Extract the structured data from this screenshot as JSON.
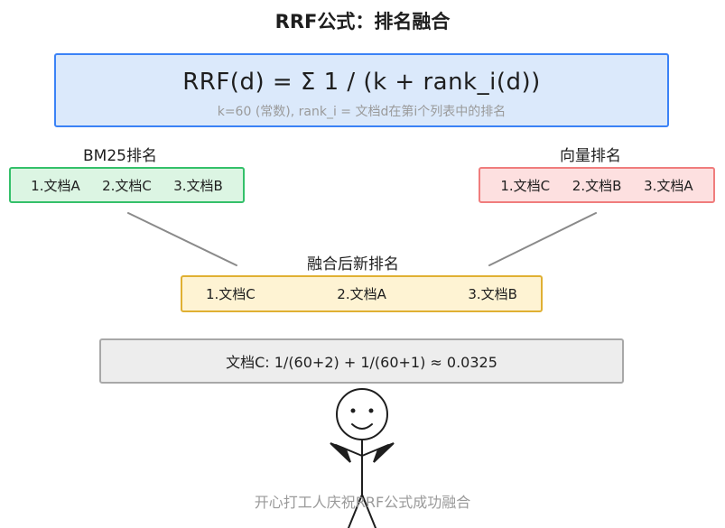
{
  "title": "RRF公式：排名融合",
  "formula": {
    "main": "RRF(d) = Σ 1 / (k + rank_i(d))",
    "note": "k=60 (常数), rank_i = 文档d在第i个列表中的排名"
  },
  "bm25": {
    "label": "BM25排名",
    "items": [
      "1.文档A",
      "2.文档C",
      "3.文档B"
    ]
  },
  "vector": {
    "label": "向量排名",
    "items": [
      "1.文档C",
      "2.文档B",
      "3.文档A"
    ]
  },
  "fused": {
    "label": "融合后新排名",
    "items": [
      "1.文档C",
      "2.文档A",
      "3.文档B"
    ]
  },
  "calculation": "文档C: 1/(60+2) + 1/(60+1) ≈ 0.0325",
  "caption": "开心打工人庆祝RRF公式成功融合",
  "colors": {
    "formula_fill": "#dbe9fb",
    "formula_border": "#3b82f6",
    "bm25_fill": "#dcf5e3",
    "bm25_border": "#34c06a",
    "vector_fill": "#fde0e0",
    "vector_border": "#f07d7d",
    "fused_fill": "#fef3d3",
    "fused_border": "#e0b033",
    "calc_fill": "#ededed",
    "calc_border": "#a8a8a8"
  }
}
